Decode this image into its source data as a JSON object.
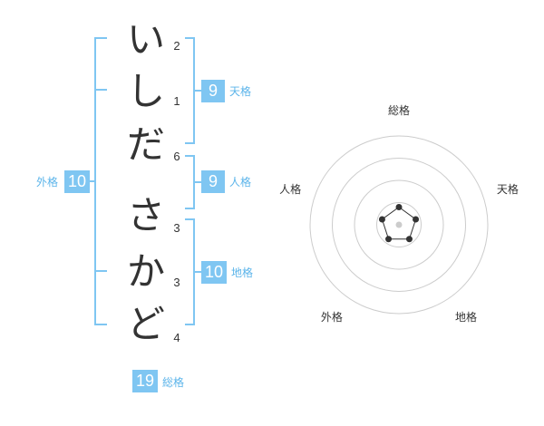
{
  "characters": [
    {
      "char": "い",
      "strokes": "2"
    },
    {
      "char": "し",
      "strokes": "1"
    },
    {
      "char": "だ",
      "strokes": "6"
    },
    {
      "char": "さ",
      "strokes": "3"
    },
    {
      "char": "か",
      "strokes": "3"
    },
    {
      "char": "ど",
      "strokes": "4"
    }
  ],
  "fortunes": {
    "tenkaku": {
      "label": "天格",
      "value": "9"
    },
    "jinkaku": {
      "label": "人格",
      "value": "9"
    },
    "chikaku": {
      "label": "地格",
      "value": "10"
    },
    "gaikaku": {
      "label": "外格",
      "value": "10"
    },
    "soukaku": {
      "label": "総格",
      "value": "19"
    }
  },
  "radar": {
    "axes": [
      "総格",
      "天格",
      "地格",
      "外格",
      "人格"
    ],
    "values": [
      1,
      1,
      1,
      1,
      1
    ],
    "max": 5
  },
  "colors": {
    "accent": "#7fc6f2",
    "label": "#5bb4ea",
    "grid": "#cccccc",
    "text": "#333333"
  }
}
